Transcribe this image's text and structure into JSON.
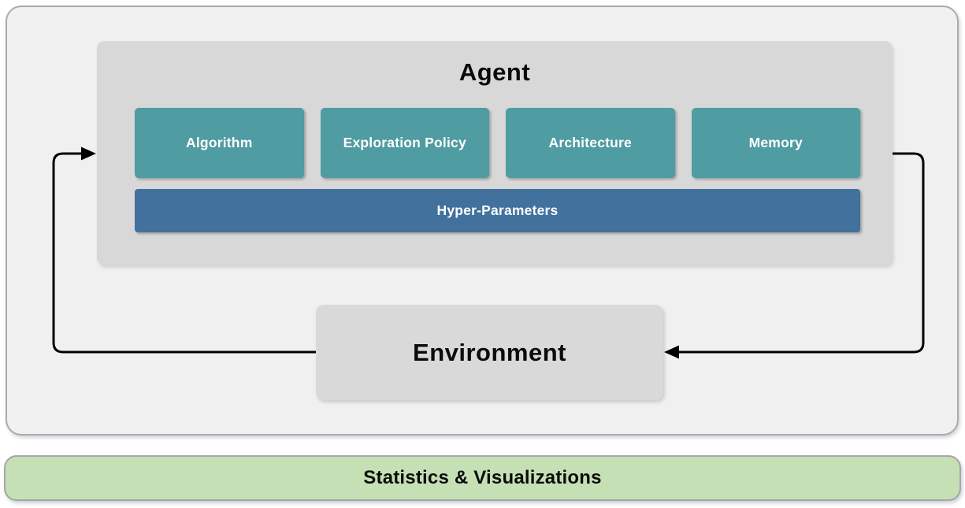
{
  "diagram": {
    "agent": {
      "title": "Agent",
      "modules": [
        {
          "label": "Algorithm"
        },
        {
          "label": "Exploration Policy"
        },
        {
          "label": "Architecture"
        },
        {
          "label": "Memory"
        }
      ],
      "hyper_parameters_label": "Hyper-Parameters"
    },
    "environment": {
      "title": "Environment"
    },
    "footer": {
      "label": "Statistics & Visualizations"
    }
  },
  "colors": {
    "teal_module": "#4F9CA3",
    "blue_bar": "#41719C",
    "agent_panel": "#D8D8D8",
    "environment_panel": "#D9D9D9",
    "outer_panel": "#F0F0F0",
    "panel_border": "#ABABAB",
    "green_bar": "#C6E0B5",
    "green_border": "#A6A6A6",
    "arrow": "#000000"
  }
}
